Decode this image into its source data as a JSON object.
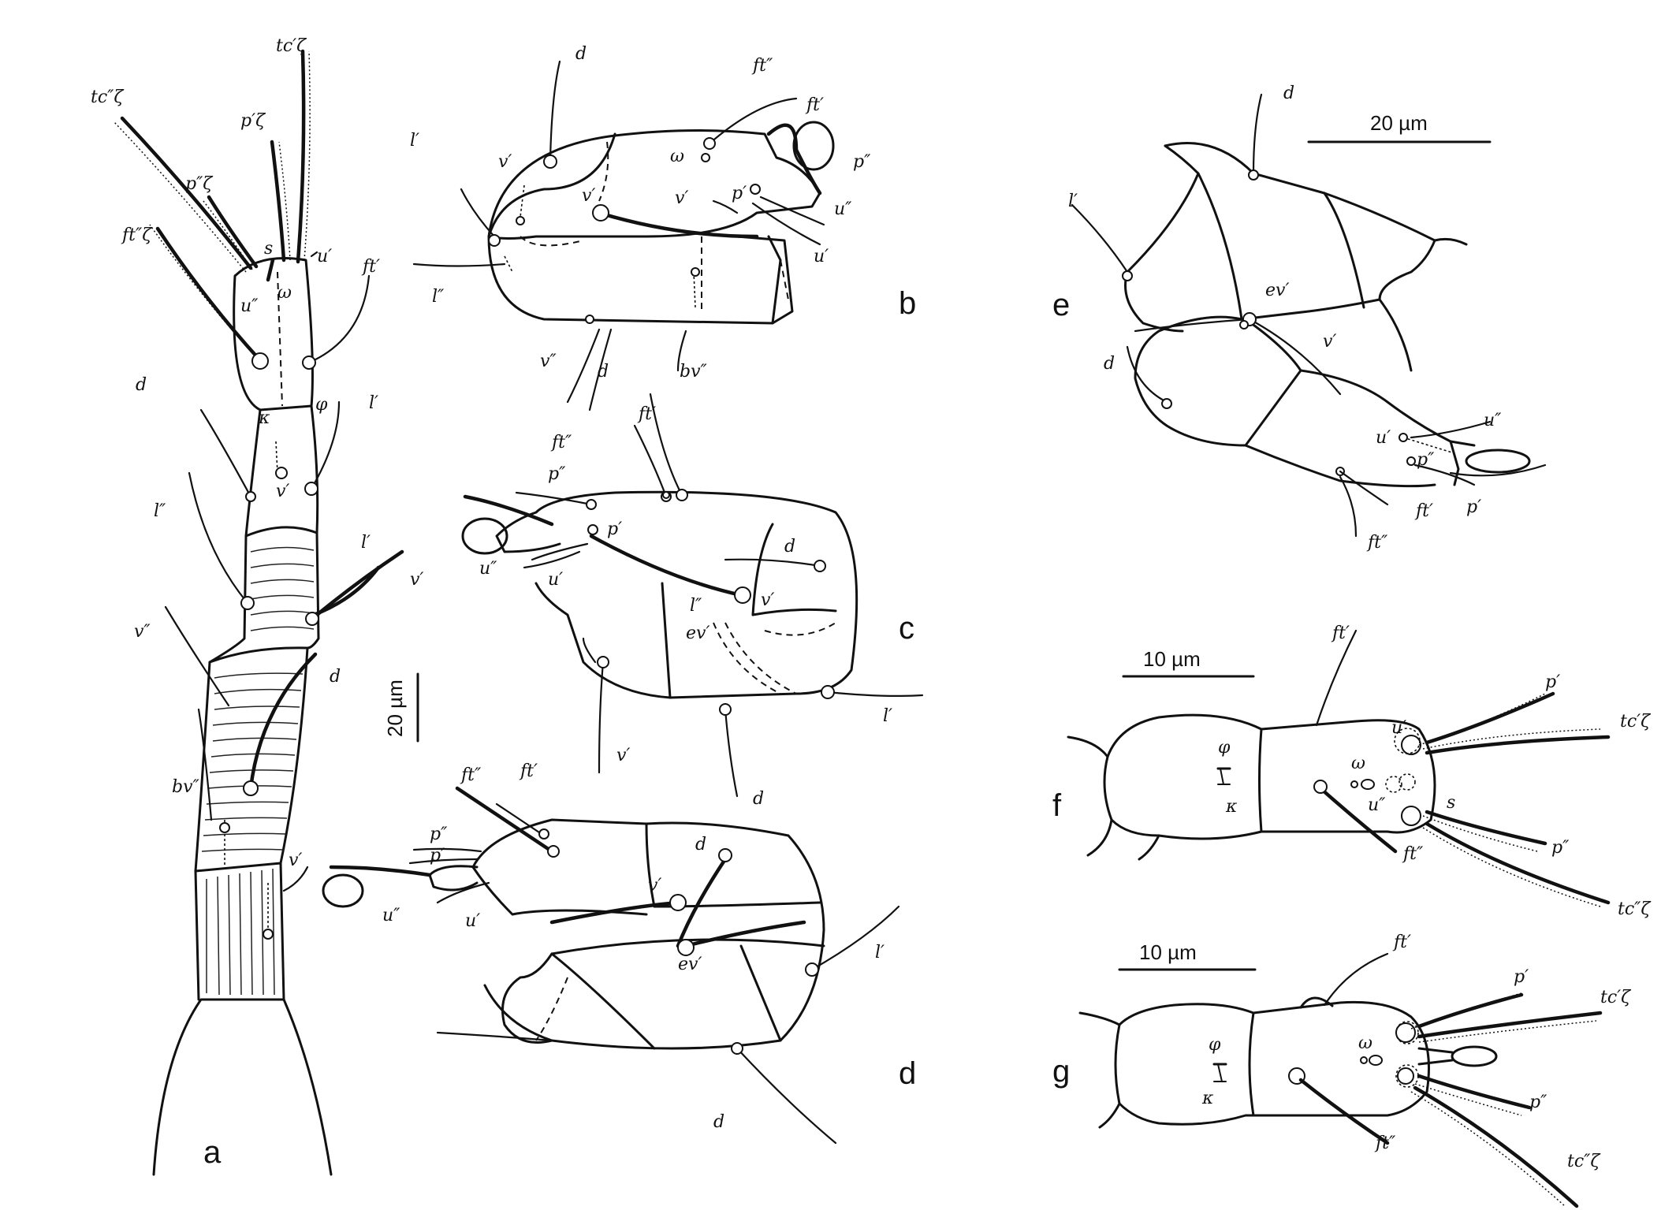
{
  "figure": {
    "panels": {
      "a": {
        "letter": "a",
        "setae": [
          "tc″ζ",
          "tc′ζ",
          "p′ζ",
          "p″ζ",
          "ft″ζ",
          "s",
          "u′",
          "ft′",
          "u″",
          "ω",
          "d",
          "κ",
          "φ",
          "l′",
          "v′",
          "l″",
          "l′",
          "v′",
          "v″",
          "d",
          "bv″",
          "v′"
        ]
      },
      "b": {
        "letter": "b",
        "setae": [
          "d",
          "ft″",
          "ft′",
          "l′",
          "v′",
          "ω",
          "p″",
          "v′",
          "v′",
          "p′",
          "u″",
          "u′",
          "l″",
          "v″",
          "d",
          "bv″"
        ]
      },
      "c": {
        "letter": "c",
        "setae": [
          "ft′",
          "ft″",
          "p″",
          "p′",
          "u″",
          "u′",
          "d",
          "v′",
          "l″",
          "ev′",
          "v′",
          "d",
          "l′"
        ]
      },
      "d": {
        "letter": "d",
        "setae": [
          "ft″",
          "ft′",
          "p″",
          "p′",
          "u″",
          "u′",
          "d",
          "v′",
          "ev′",
          "l′",
          "d"
        ]
      },
      "e": {
        "letter": "e",
        "setae": [
          "d",
          "l′",
          "ev′",
          "v′",
          "d",
          "u″",
          "u′",
          "p″",
          "ft′",
          "p′",
          "ft″"
        ]
      },
      "f": {
        "letter": "f",
        "setae": [
          "ft′",
          "p′",
          "tc′ζ",
          "u′",
          "φ",
          "ω",
          "s",
          "κ",
          "u″",
          "p″",
          "ft″",
          "tc″ζ"
        ]
      },
      "g": {
        "letter": "g",
        "setae": [
          "ft′",
          "p′",
          "tc′ζ",
          "φ",
          "ω",
          "κ",
          "p″",
          "ft″",
          "tc″ζ"
        ]
      }
    },
    "scale_bars": {
      "a_to_d": "20 µm",
      "e": "20 µm",
      "f": "10 µm",
      "g": "10 µm"
    }
  }
}
